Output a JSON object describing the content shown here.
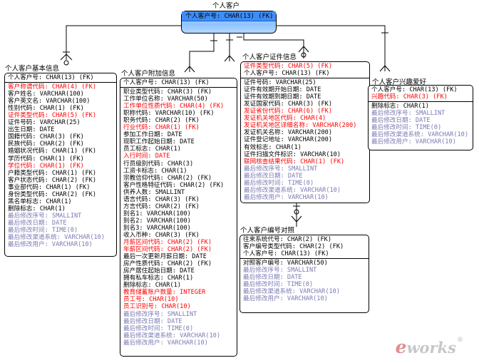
{
  "colors": {
    "normal": "#000000",
    "red": "#ff0000",
    "gray": "#7a7ab4",
    "root_fill": "#8ec3ff"
  },
  "root": {
    "title": "个人客户",
    "rows": [
      {
        "t": "个人客户号: CHAR(13)  (FK)",
        "c": "normal"
      }
    ]
  },
  "basic": {
    "title": "个人客户基本信息",
    "key": [
      {
        "t": "个人客户号: CHAR(13)  (FK)",
        "c": "normal"
      }
    ],
    "rows": [
      {
        "t": "客户称谓代码: CHAR(4)  (FK)",
        "c": "red"
      },
      {
        "t": "客户姓名: VARCHAR(100)",
        "c": "normal"
      },
      {
        "t": "客户英文名: VARCHAR(100)",
        "c": "normal"
      },
      {
        "t": "性别代码: CHAR(1)  (FK)",
        "c": "normal"
      },
      {
        "t": "证件类型代码: CHAR(5)  (FK)",
        "c": "red"
      },
      {
        "t": "证件号码: VARCHAR(25)",
        "c": "normal"
      },
      {
        "t": "出生日期: DATE",
        "c": "normal"
      },
      {
        "t": "国籍代码: CHAR(3)  (FK)",
        "c": "normal"
      },
      {
        "t": "民族代码: CHAR(2)  (FK)",
        "c": "normal"
      },
      {
        "t": "婚姻状况代码: CHAR(1)  (FK)",
        "c": "normal"
      },
      {
        "t": "学历代码: CHAR(1)  (FK)",
        "c": "normal"
      },
      {
        "t": "学位代码: CHAR(1)  (FK)",
        "c": "red"
      },
      {
        "t": "户籍类型代码: CHAR(1)  (FK)",
        "c": "normal"
      },
      {
        "t": "客户状态代码: CHAR(2)  (FK)",
        "c": "normal"
      },
      {
        "t": "事业部代码: CHAR(1)  (FK)",
        "c": "normal"
      },
      {
        "t": "身份类型代码: CHAR(2)  (FK)",
        "c": "normal"
      },
      {
        "t": "黑名单标志: CHAR(1)",
        "c": "normal"
      },
      {
        "t": "删除标志: CHAR(1)",
        "c": "normal"
      },
      {
        "t": "最后修改序号: SMALLINT",
        "c": "gray"
      },
      {
        "t": "最后修改日期: DATE",
        "c": "gray"
      },
      {
        "t": "最后修改时间: TIME(0)",
        "c": "gray"
      },
      {
        "t": "最后修改渠道系统: VARCHAR(10)",
        "c": "gray"
      },
      {
        "t": "最后修改用户: VARCHAR(10)",
        "c": "gray"
      }
    ]
  },
  "additional": {
    "title": "个人客户附加信息",
    "key": [
      {
        "t": "个人客户号: CHAR(13)  (FK)",
        "c": "normal"
      }
    ],
    "rows": [
      {
        "t": "职业类型代码: CHAR(3)  (FK)",
        "c": "normal"
      },
      {
        "t": "工作单位名称: VARCHAR(50)",
        "c": "normal"
      },
      {
        "t": "工作单位性质代码: CHAR(4)  (FK)",
        "c": "red"
      },
      {
        "t": "职称代码: VARCHAR(10)  (FK)",
        "c": "normal"
      },
      {
        "t": "职务代码: CHAR(2)  (FK)",
        "c": "normal"
      },
      {
        "t": "行业代码: CHAR(1)  (FK)",
        "c": "red"
      },
      {
        "t": "参加工作日期: DATE",
        "c": "normal"
      },
      {
        "t": "现职工作起始日期: DATE",
        "c": "normal"
      },
      {
        "t": "员工标志: CHAR(1)",
        "c": "normal"
      },
      {
        "t": "入行时间: DATE",
        "c": "red"
      },
      {
        "t": "行员级别代码: CHAR(3)",
        "c": "normal"
      },
      {
        "t": "工资卡标志: CHAR(1)",
        "c": "normal"
      },
      {
        "t": "宗教信仰代码: CHAR(2)  (FK)",
        "c": "normal"
      },
      {
        "t": "客户性格特征代码: CHAR(2)  (FK)",
        "c": "normal"
      },
      {
        "t": "供养人数: SMALLINT",
        "c": "normal"
      },
      {
        "t": "语言代码: CHAR(3)  (FK)",
        "c": "normal"
      },
      {
        "t": "方言代码: CHAR(2)  (FK)",
        "c": "normal"
      },
      {
        "t": "别名1: VARCHAR(100)",
        "c": "normal"
      },
      {
        "t": "别名2: VARCHAR(100)",
        "c": "normal"
      },
      {
        "t": "别名3: VARCHAR(100)",
        "c": "normal"
      },
      {
        "t": "收入币种: CHAR(3)  (FK)",
        "c": "normal"
      },
      {
        "t": "月薪区间代码: CHAR(2)  (FK)",
        "c": "red"
      },
      {
        "t": "年薪区间代码: CHAR(2)  (FK)",
        "c": "red"
      },
      {
        "t": "最后一次更新月薪日期: DATE",
        "c": "normal"
      },
      {
        "t": "房产性质代码: CHAR(2)  (FK)",
        "c": "normal"
      },
      {
        "t": "房产居住起始日期: DATE",
        "c": "normal"
      },
      {
        "t": "拥有私车标志: CHAR(1)",
        "c": "normal"
      },
      {
        "t": "删除标志: CHAR(1)",
        "c": "normal"
      },
      {
        "t": "教育储蓄账户数量: INTEGER",
        "c": "red"
      },
      {
        "t": "员工号: CHAR(10)",
        "c": "red"
      },
      {
        "t": "员工识别号: CHAR(10)",
        "c": "red"
      },
      {
        "t": "最后修改序号: SMALLINT",
        "c": "gray"
      },
      {
        "t": "最后修改日期: DATE",
        "c": "gray"
      },
      {
        "t": "最后修改时间: TIME(0)",
        "c": "gray"
      },
      {
        "t": "最后修改渠道系统: VARCHAR(10)",
        "c": "gray"
      },
      {
        "t": "最后修改用户: VARCHAR(10)",
        "c": "gray"
      }
    ]
  },
  "cert": {
    "title": "个人客户证件信息",
    "key": [
      {
        "t": "证件类型代码: CHAR(5)  (FK)",
        "c": "red"
      },
      {
        "t": "个人客户号: CHAR(13)  (FK)",
        "c": "normal"
      }
    ],
    "rows": [
      {
        "t": "证件号码: VARCHAR(25)",
        "c": "normal"
      },
      {
        "t": "证件有效期开始日期: DATE",
        "c": "normal"
      },
      {
        "t": "证件有效期到期日期: DATE",
        "c": "normal"
      },
      {
        "t": "发证国家代码: CHAR(3)  (FK)",
        "c": "normal"
      },
      {
        "t": "发证省份代码: CHAR(6)  (FK)",
        "c": "red"
      },
      {
        "t": "发证机关地区代码: CHAR(4)",
        "c": "red"
      },
      {
        "t": "发证机关地区详细名称: VARCHAR(200)",
        "c": "red"
      },
      {
        "t": "发证机关名称: VARCHAR(200)",
        "c": "normal"
      },
      {
        "t": "证件登记地址: VARCHAR(200)",
        "c": "normal"
      },
      {
        "t": "有效标志: CHAR(1)",
        "c": "normal"
      },
      {
        "t": "证件扫描文件标识: VARCHAR(10)",
        "c": "normal"
      },
      {
        "t": "联网核查结果代码: CHAR(1)  (FK)",
        "c": "red"
      },
      {
        "t": "最后修改序号: SMALLINT",
        "c": "gray"
      },
      {
        "t": "最后修改日期: DATE",
        "c": "gray"
      },
      {
        "t": "最后修改时间: TIME(0)",
        "c": "gray"
      },
      {
        "t": "最后修改渠道系统: VARCHAR(10)",
        "c": "gray"
      },
      {
        "t": "最后修改用户: VARCHAR(10)",
        "c": "gray"
      }
    ]
  },
  "hobby": {
    "title": "个人客户兴趣爱好",
    "key": [
      {
        "t": "个人客户号: CHAR(13)  (FK)",
        "c": "normal"
      },
      {
        "t": "兴趣代码: CHAR(3)  (FK)",
        "c": "red"
      }
    ],
    "rows": [
      {
        "t": "删除标志: CHAR(1)",
        "c": "normal"
      },
      {
        "t": "最后修改序号: SMALLINT",
        "c": "gray"
      },
      {
        "t": "最后修改日期: DATE",
        "c": "gray"
      },
      {
        "t": "最后修改时间: TIME(0)",
        "c": "gray"
      },
      {
        "t": "最后修改渠道系统: VARCHAR(10)",
        "c": "gray"
      },
      {
        "t": "最后修改用户: VARCHAR(10)",
        "c": "gray"
      }
    ]
  },
  "numref": {
    "title": "个人客户编号对照",
    "key": [
      {
        "t": "往来系统代号: CHAR(2)  (FK)",
        "c": "normal"
      },
      {
        "t": "客户编号类型代码: CHAR(2)  (FK)",
        "c": "normal"
      },
      {
        "t": "个人客户号: CHAR(13)  (FK)",
        "c": "normal"
      }
    ],
    "rows": [
      {
        "t": "对照客户编号: VARCHAR(50)",
        "c": "normal"
      },
      {
        "t": "最后修改序号: SMALLINT",
        "c": "gray"
      },
      {
        "t": "最后修改日期: DATE",
        "c": "gray"
      },
      {
        "t": "最后修改时间: TIME(0)",
        "c": "gray"
      },
      {
        "t": "最后修改渠道系统: VARCHAR(10)",
        "c": "gray"
      },
      {
        "t": "最后修改用户: VARCHAR(10)",
        "c": "gray"
      }
    ]
  },
  "watermark": {
    "brand": "works",
    "initial": "e",
    "mark": "®"
  }
}
